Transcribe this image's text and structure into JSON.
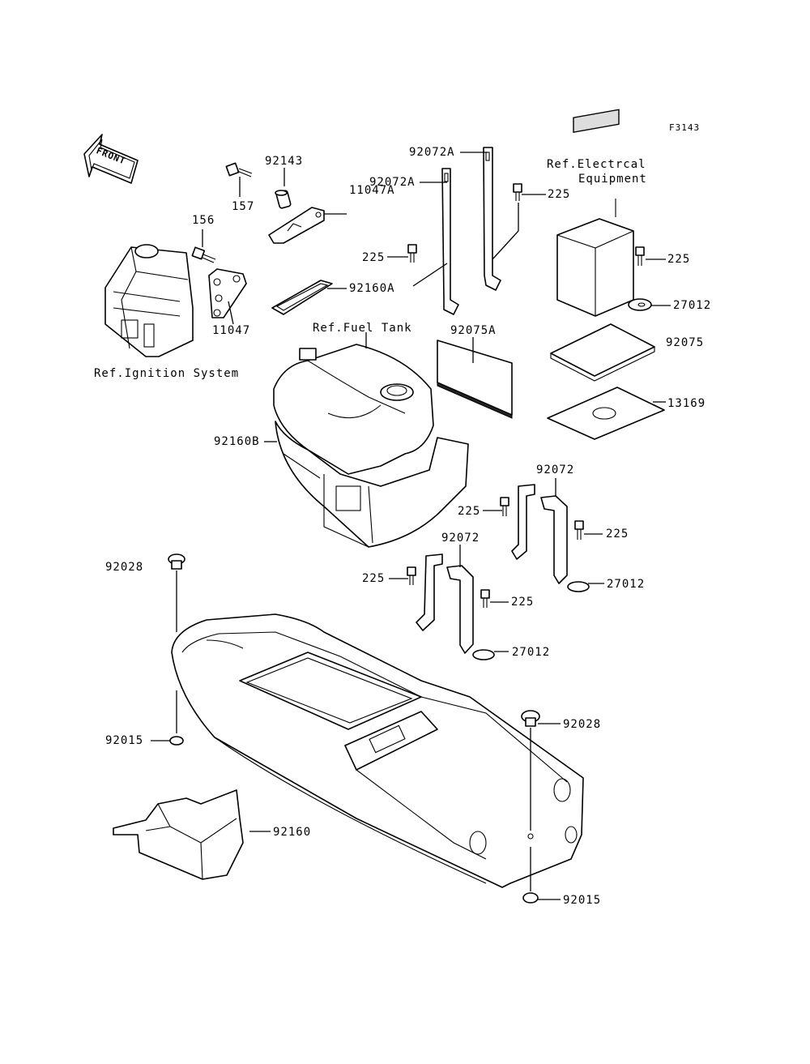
{
  "figure_code": "F3143",
  "front_arrow_text": "FRONT",
  "labels": {
    "p157": "157",
    "p156": "156",
    "p92143": "92143",
    "p11047A": "11047A",
    "p11047": "11047",
    "p92160A": "92160A",
    "ref_ignition": "Ref.Ignition System",
    "p92072A_top": "92072A",
    "p92072A_mid": "92072A",
    "p225_a": "225",
    "p225_b": "225",
    "ref_electrical_1": "Ref.Electrcal",
    "ref_electrical_2": "Equipment",
    "p225_c": "225",
    "p27012_a": "27012",
    "ref_fuel_tank": "Ref.Fuel Tank",
    "p92075A": "92075A",
    "p92075": "92075",
    "p13169": "13169",
    "p92160B": "92160B",
    "p92072_right": "92072",
    "p225_d": "225",
    "p225_e": "225",
    "p27012_b": "27012",
    "p92072_mid": "92072",
    "p225_f": "225",
    "p225_g": "225",
    "p27012_c": "27012",
    "p92028_left": "92028",
    "p92015_left": "92015",
    "p92028_right": "92028",
    "p92160": "92160",
    "p92015_right": "92015"
  }
}
